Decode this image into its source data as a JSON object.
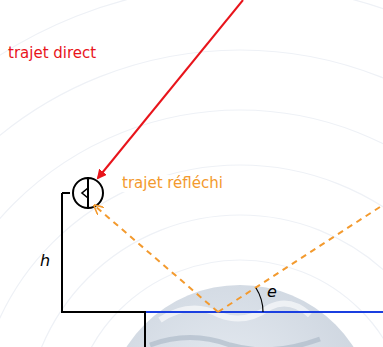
{
  "diagram": {
    "labels": [
      "trajet direct",
      "trajet réfléchi",
      "h",
      "e"
    ]
  }
}
